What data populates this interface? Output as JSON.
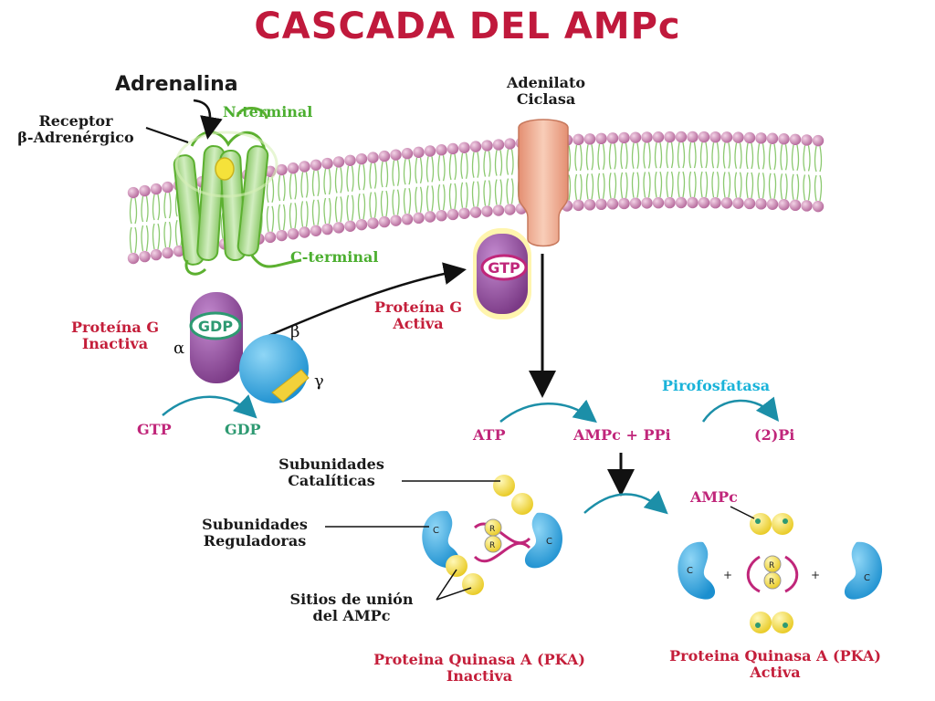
{
  "title": "CASCADA DEL AMPc",
  "labels": {
    "adrenalina": "Adrenalina",
    "receptor_1": "Receptor",
    "receptor_2": "β-Adrenérgico",
    "n_terminal": "N-terminal",
    "c_terminal": "C-terminal",
    "adenilato_1": "Adenilato",
    "adenilato_2": "Ciclasa",
    "gtp_bubble": "GTP",
    "gdp_bubble": "GDP",
    "prot_g_activa_1": "Proteína G",
    "prot_g_activa_2": "Activa",
    "prot_g_inactiva_1": "Proteína G",
    "prot_g_inactiva_2": "Inactiva",
    "alpha": "α",
    "beta": "β",
    "gamma": "γ",
    "gtp": "GTP",
    "gdp": "GDP",
    "atp": "ATP",
    "ampc_ppi": "AMPc  +  PPi",
    "pirofosfatasa": "Pirofosfatasa",
    "pi2": "(2)Pi",
    "sub_cat_1": "Subunidades",
    "sub_cat_2": "Catalíticas",
    "sub_reg_1": "Subunidades",
    "sub_reg_2": "Reguladoras",
    "sitios_1": "Sitios de unión",
    "sitios_2": "del AMPc",
    "ampc_small": "AMPc",
    "pka_inact_1": "Proteina Quinasa A (PKA)",
    "pka_inact_2": "Inactiva",
    "pka_act_1": "Proteina Quinasa A (PKA)",
    "pka_act_2": "Activa",
    "c_letter": "C",
    "r_letter": "R",
    "plus": "+"
  },
  "colors": {
    "title": "#c0193c",
    "red_label": "#c41e3a",
    "magenta": "#c0267a",
    "green": "#4caf30",
    "cyan": "#1ab3d9",
    "lipid_head": "#c878a8",
    "receptor": "#a6d88a",
    "g_alpha": "#9b4f9e",
    "g_beta": "#29a9e0",
    "g_gamma": "#f2d13a",
    "adenylyl": "#f2b8a0",
    "pka_c": "#5bb8e8",
    "pka_r": "#f4e04a"
  }
}
